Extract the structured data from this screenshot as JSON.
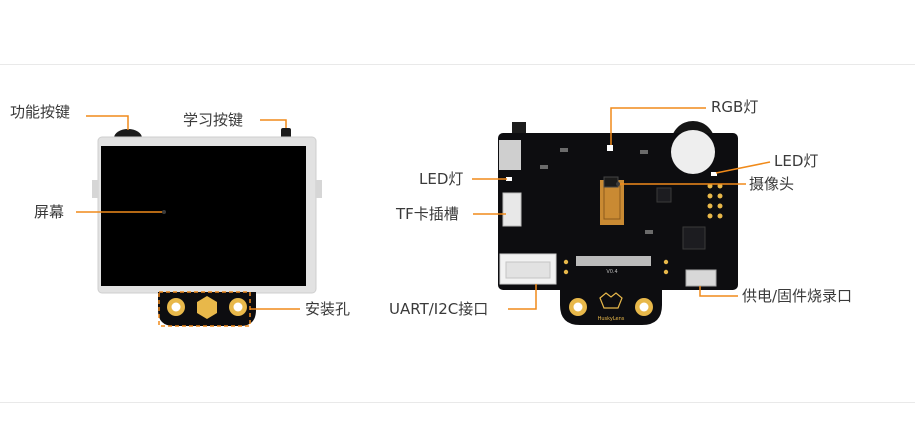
{
  "colors": {
    "leader": "#f08a1a",
    "board": "#0d0d10",
    "screen": "#000000",
    "bezel": "#e2e2e2",
    "gold": "#e8b84a",
    "connector": "#f2f2f2"
  },
  "labels": {
    "function_button": "功能按键",
    "learn_button": "学习按键",
    "screen": "屏幕",
    "mounting_hole": "安装孔",
    "rgb_led": "RGB灯",
    "led_left": "LED灯",
    "led_right": "LED灯",
    "camera": "摄像头",
    "tf_slot": "TF卡插槽",
    "uart_i2c": "UART/I2C接口",
    "power_firmware": "供电/固件烧录口"
  },
  "board_silkscreen": {
    "version": "V0.4",
    "brand": "HuskyLens"
  }
}
